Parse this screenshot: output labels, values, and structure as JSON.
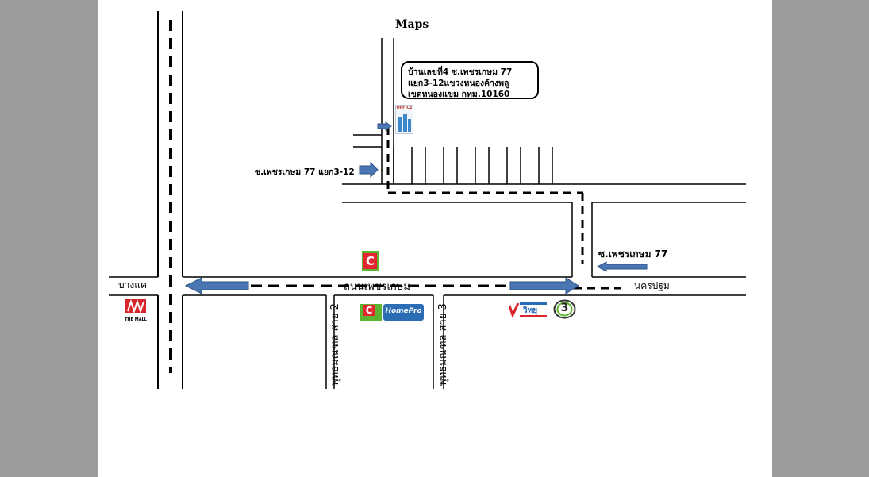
{
  "title": "Maps",
  "address": {
    "line1": "บ้านเลขที่4  ซ.เพชรเกษม 77",
    "line2": "แยก3-12แขวงหนองค้างพลู",
    "line3": "เขตหนองแขม กทม.10160"
  },
  "labels": {
    "soi_branch": "ซ.เพชรเกษม 77 แยก3-12",
    "soi_main": "ซ.เพชรเกษม 77",
    "main_road": "ถนนเพชรเกษม",
    "bang_khae": "บางแค",
    "nakhon_pathom": "นครปฐม",
    "phutthamonthon_2": "พุทธมณฑล สาย 2",
    "phutthamonthon_3": "พุทธมณฑล สาย 3"
  },
  "logos": {
    "office": {
      "text": "OFFICE",
      "icon": "office-building-icon"
    },
    "the_mall": {
      "text": "THE MALL",
      "icon": "the-mall-logo"
    },
    "bigc_top": {
      "text": "C",
      "icon": "bigc-logo"
    },
    "bigc_bottom": {
      "text": "C",
      "icon": "bigc-logo"
    },
    "homepro": {
      "text": "HomePro",
      "icon": "homepro-logo"
    },
    "ch3": {
      "text": "3",
      "icon": "channel-3-logo"
    },
    "wit": {
      "text": "วิทยุ",
      "icon": "radio-station-logo"
    }
  },
  "colors": {
    "arrow_fill": "#4a76b4",
    "arrow_edge": "#2d5286",
    "road_line": "#000000",
    "route_dash": "#000000",
    "bigc_red": "#e3262f",
    "bigc_green": "#5cb531",
    "mall_red": "#d8262f",
    "homepro_blue": "#2a6db5",
    "office_blue": "#3a88c9"
  }
}
